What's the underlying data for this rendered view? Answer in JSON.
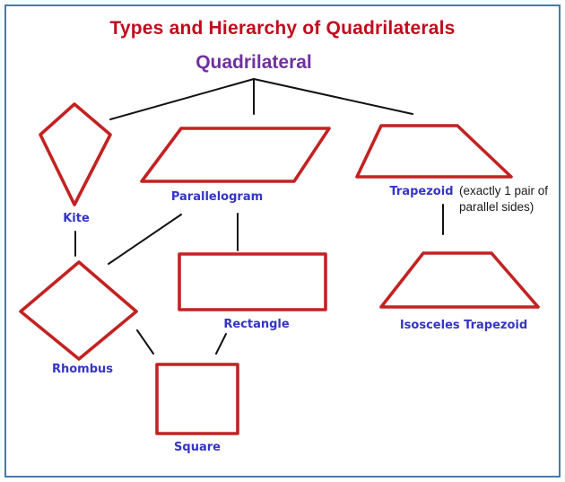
{
  "title": "Types and Hierarchy of Quadrilaterals",
  "root": {
    "label": "Quadrilateral"
  },
  "nodes": {
    "kite": {
      "label": "Kite"
    },
    "parallelogram": {
      "label": "Parallelogram"
    },
    "trapezoid": {
      "label": "Trapezoid",
      "note": "(exactly 1 pair of parallel sides)"
    },
    "rhombus": {
      "label": "Rhombus"
    },
    "rectangle": {
      "label": "Rectangle"
    },
    "isosceles_trapezoid": {
      "label": "Isosceles Trapezoid"
    },
    "square": {
      "label": "Square"
    }
  },
  "edges": [
    {
      "from": "Quadrilateral",
      "to": "Kite"
    },
    {
      "from": "Quadrilateral",
      "to": "Parallelogram"
    },
    {
      "from": "Quadrilateral",
      "to": "Trapezoid"
    },
    {
      "from": "Kite",
      "to": "Rhombus"
    },
    {
      "from": "Parallelogram",
      "to": "Rhombus"
    },
    {
      "from": "Parallelogram",
      "to": "Rectangle"
    },
    {
      "from": "Trapezoid",
      "to": "Isosceles Trapezoid"
    },
    {
      "from": "Rhombus",
      "to": "Square"
    },
    {
      "from": "Rectangle",
      "to": "Square"
    }
  ],
  "colors": {
    "title": "#c00a1e",
    "root": "#7030a0",
    "label": "#3434c8",
    "shape": "#c32222",
    "line": "#111111",
    "border": "#4a7aab",
    "note": "#1a1a1a"
  }
}
